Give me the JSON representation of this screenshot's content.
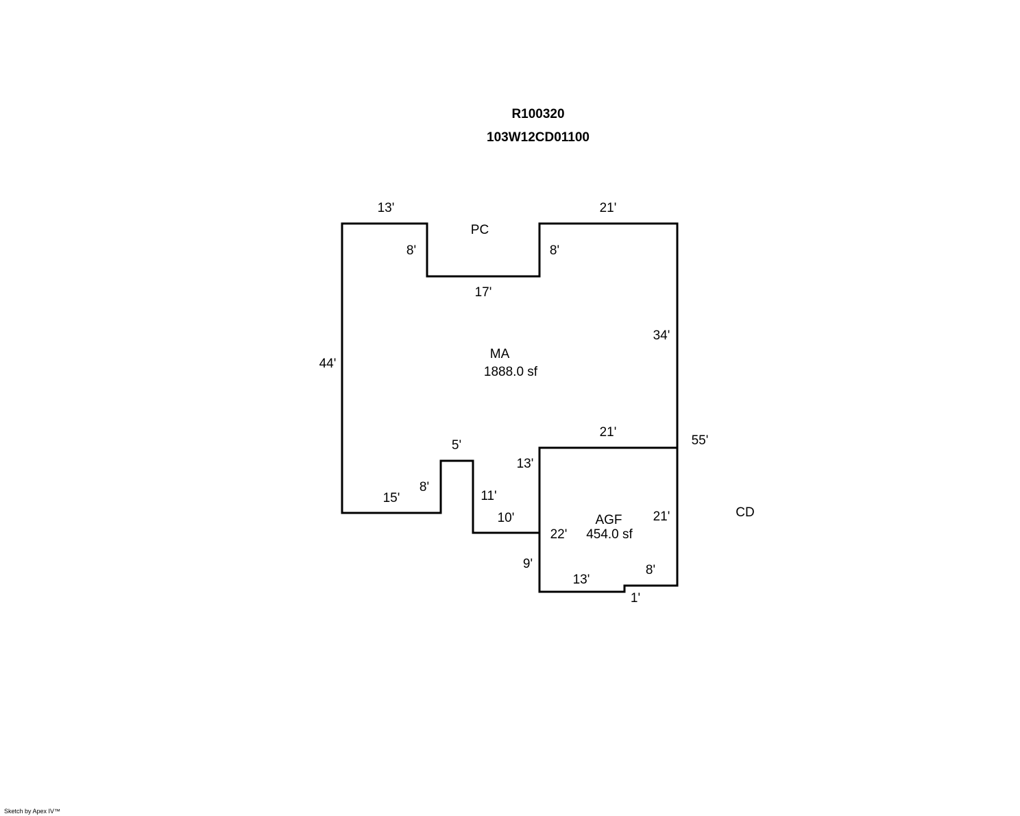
{
  "header": {
    "record_id": "R100320",
    "parcel_number": "103W12CD01100"
  },
  "areas": {
    "ma": {
      "code": "MA",
      "area": "1888.0 sf"
    },
    "agf": {
      "code": "AGF",
      "area": "454.0 sf"
    },
    "pc": {
      "code": "PC"
    },
    "cd": {
      "code": "CD"
    }
  },
  "dimensions": {
    "top_left": "13'",
    "top_right": "21'",
    "notch_left": "8'",
    "notch_right": "8'",
    "notch_bottom": "17'",
    "right_upper": "34'",
    "left": "44'",
    "right_total": "55'",
    "agf_top": "21'",
    "jog_top": "5'",
    "agf_left_upper": "13'",
    "jog_left": "8'",
    "bottom_left": "15'",
    "jog_right": "11'",
    "step_bottom": "10'",
    "agf_right": "21'",
    "agf_left_total": "22'",
    "agf_left_lower": "9'",
    "agf_bottom_left": "13'",
    "agf_bottom_right": "8'",
    "agf_step": "1'"
  },
  "footer": {
    "credit": "Sketch by Apex IV™"
  }
}
